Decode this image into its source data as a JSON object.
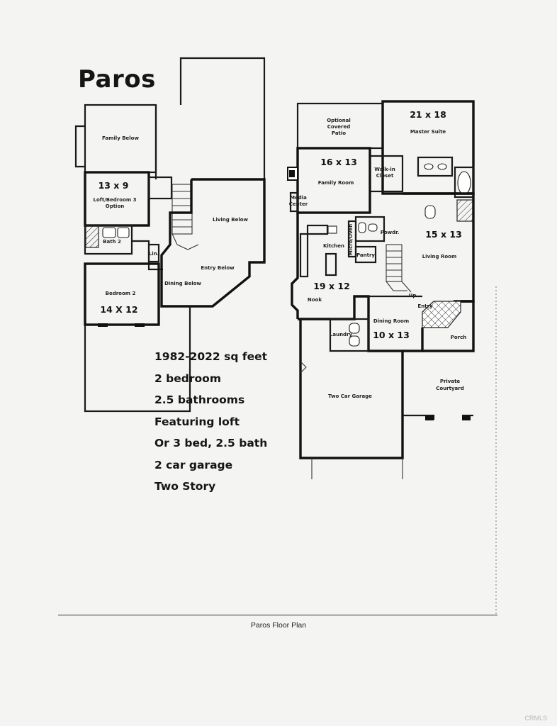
{
  "title": "Paros",
  "features": [
    "1982-2022 sq feet",
    "2 bedroom",
    "2.5 bathrooms",
    "Featuring loft",
    "Or 3 bed, 2.5 bath",
    "2 car garage",
    "Two Story"
  ],
  "caption": "Paros Floor Plan",
  "watermark": "CRMLS",
  "upper_floor": {
    "family_below": "Family Below",
    "loft_dim": "13 x 9",
    "loft_label_1": "Loft/Bedroom 3",
    "loft_label_2": "Option",
    "bath": "Bath 2",
    "linen": "Lin.",
    "living_below": "Living Below",
    "dining_below": "Dining Below",
    "entry_below": "Entry Below",
    "bedroom2_label": "Bedroom 2",
    "bedroom2_dim": "14 X 12"
  },
  "main_floor": {
    "patio_1": "Optional",
    "patio_2": "Covered",
    "patio_3": "Patio",
    "master_dim": "21 x 18",
    "master_label": "Master Suite",
    "family_dim": "16 x 13",
    "family_label": "Family Room",
    "closet_1": "Walk-in",
    "closet_2": "Closet",
    "media_1": "Media",
    "media_2": "Center",
    "kitchen": "Kitchen",
    "pantry": "Pantry",
    "powder": "Powdr.",
    "micro_oven": "Micro/Oven",
    "living_dim": "15 x 13",
    "living_label": "Living Room",
    "nook_dim": "19 x 12",
    "nook_label": "Nook",
    "up": "Up",
    "entry": "Entry",
    "laundry": "Laundry",
    "dining_label": "Dining Room",
    "dining_dim": "10 x 13",
    "porch": "Porch",
    "courtyard_1": "Private",
    "courtyard_2": "Courtyard",
    "garage": "Two Car Garage"
  }
}
